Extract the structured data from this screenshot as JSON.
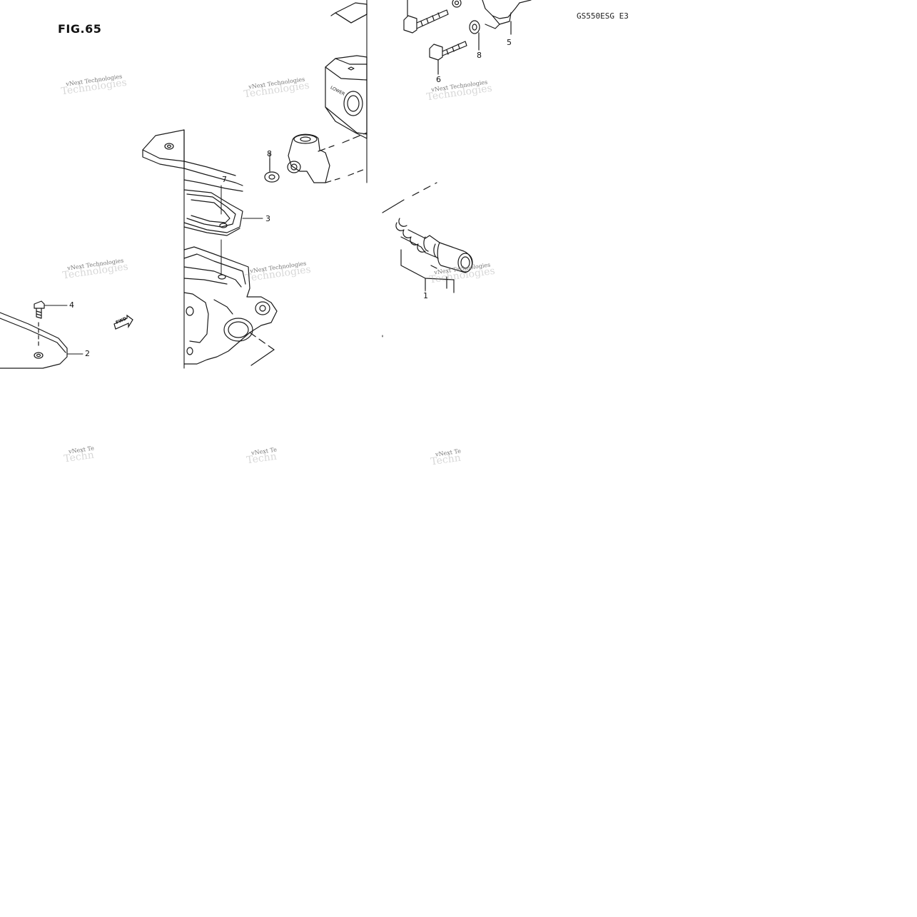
{
  "figure": {
    "title": "FIG.65",
    "model_code": "GS550ESG E3"
  },
  "callouts": [
    {
      "label": "1"
    },
    {
      "label": "2"
    },
    {
      "label": "3"
    },
    {
      "label": "4"
    },
    {
      "label": "5"
    },
    {
      "label": "6"
    },
    {
      "label": "7"
    },
    {
      "label": "8"
    },
    {
      "label": "8"
    }
  ],
  "fwd_marker": {
    "label": "FWD"
  },
  "body_marking": "LOWER",
  "watermark": {
    "text": "vNext Technologies",
    "text_partial": "vNext Te",
    "ghost_text": "Technologies",
    "ghost_partial": "Techn"
  },
  "colors": {
    "line": "#1a1a1a",
    "watermark": "#777777",
    "background": "#ffffff"
  }
}
